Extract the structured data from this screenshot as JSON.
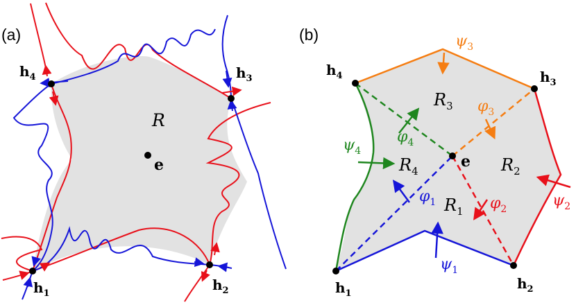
{
  "colors": {
    "region_fill": "#e2e2e2",
    "red": "#e8101a",
    "blue": "#1515d8",
    "green": "#1e861e",
    "orange": "#f57d12",
    "black": "#000000"
  },
  "panel_a": {
    "label": "(a)",
    "region_label": "R",
    "point_e": "e",
    "hyperbolic_points": [
      {
        "base": "h",
        "sub": "1"
      },
      {
        "base": "h",
        "sub": "2"
      },
      {
        "base": "h",
        "sub": "3"
      },
      {
        "base": "h",
        "sub": "4"
      }
    ]
  },
  "panel_b": {
    "label": "(b)",
    "point_e": "e",
    "hyperbolic_points": [
      {
        "base": "h",
        "sub": "1"
      },
      {
        "base": "h",
        "sub": "2"
      },
      {
        "base": "h",
        "sub": "3"
      },
      {
        "base": "h",
        "sub": "4"
      }
    ],
    "regions": [
      {
        "base": "R",
        "sub": "1"
      },
      {
        "base": "R",
        "sub": "2"
      },
      {
        "base": "R",
        "sub": "3"
      },
      {
        "base": "R",
        "sub": "4"
      }
    ],
    "flux_unstable": [
      {
        "base": "φ",
        "sub": "1",
        "color": "blue"
      },
      {
        "base": "φ",
        "sub": "2",
        "color": "red"
      },
      {
        "base": "φ",
        "sub": "3",
        "color": "orange"
      },
      {
        "base": "φ",
        "sub": "4",
        "color": "green"
      }
    ],
    "flux_stable": [
      {
        "base": "ψ",
        "sub": "1",
        "color": "blue"
      },
      {
        "base": "ψ",
        "sub": "2",
        "color": "red"
      },
      {
        "base": "ψ",
        "sub": "3",
        "color": "orange"
      },
      {
        "base": "ψ",
        "sub": "4",
        "color": "green"
      }
    ]
  }
}
